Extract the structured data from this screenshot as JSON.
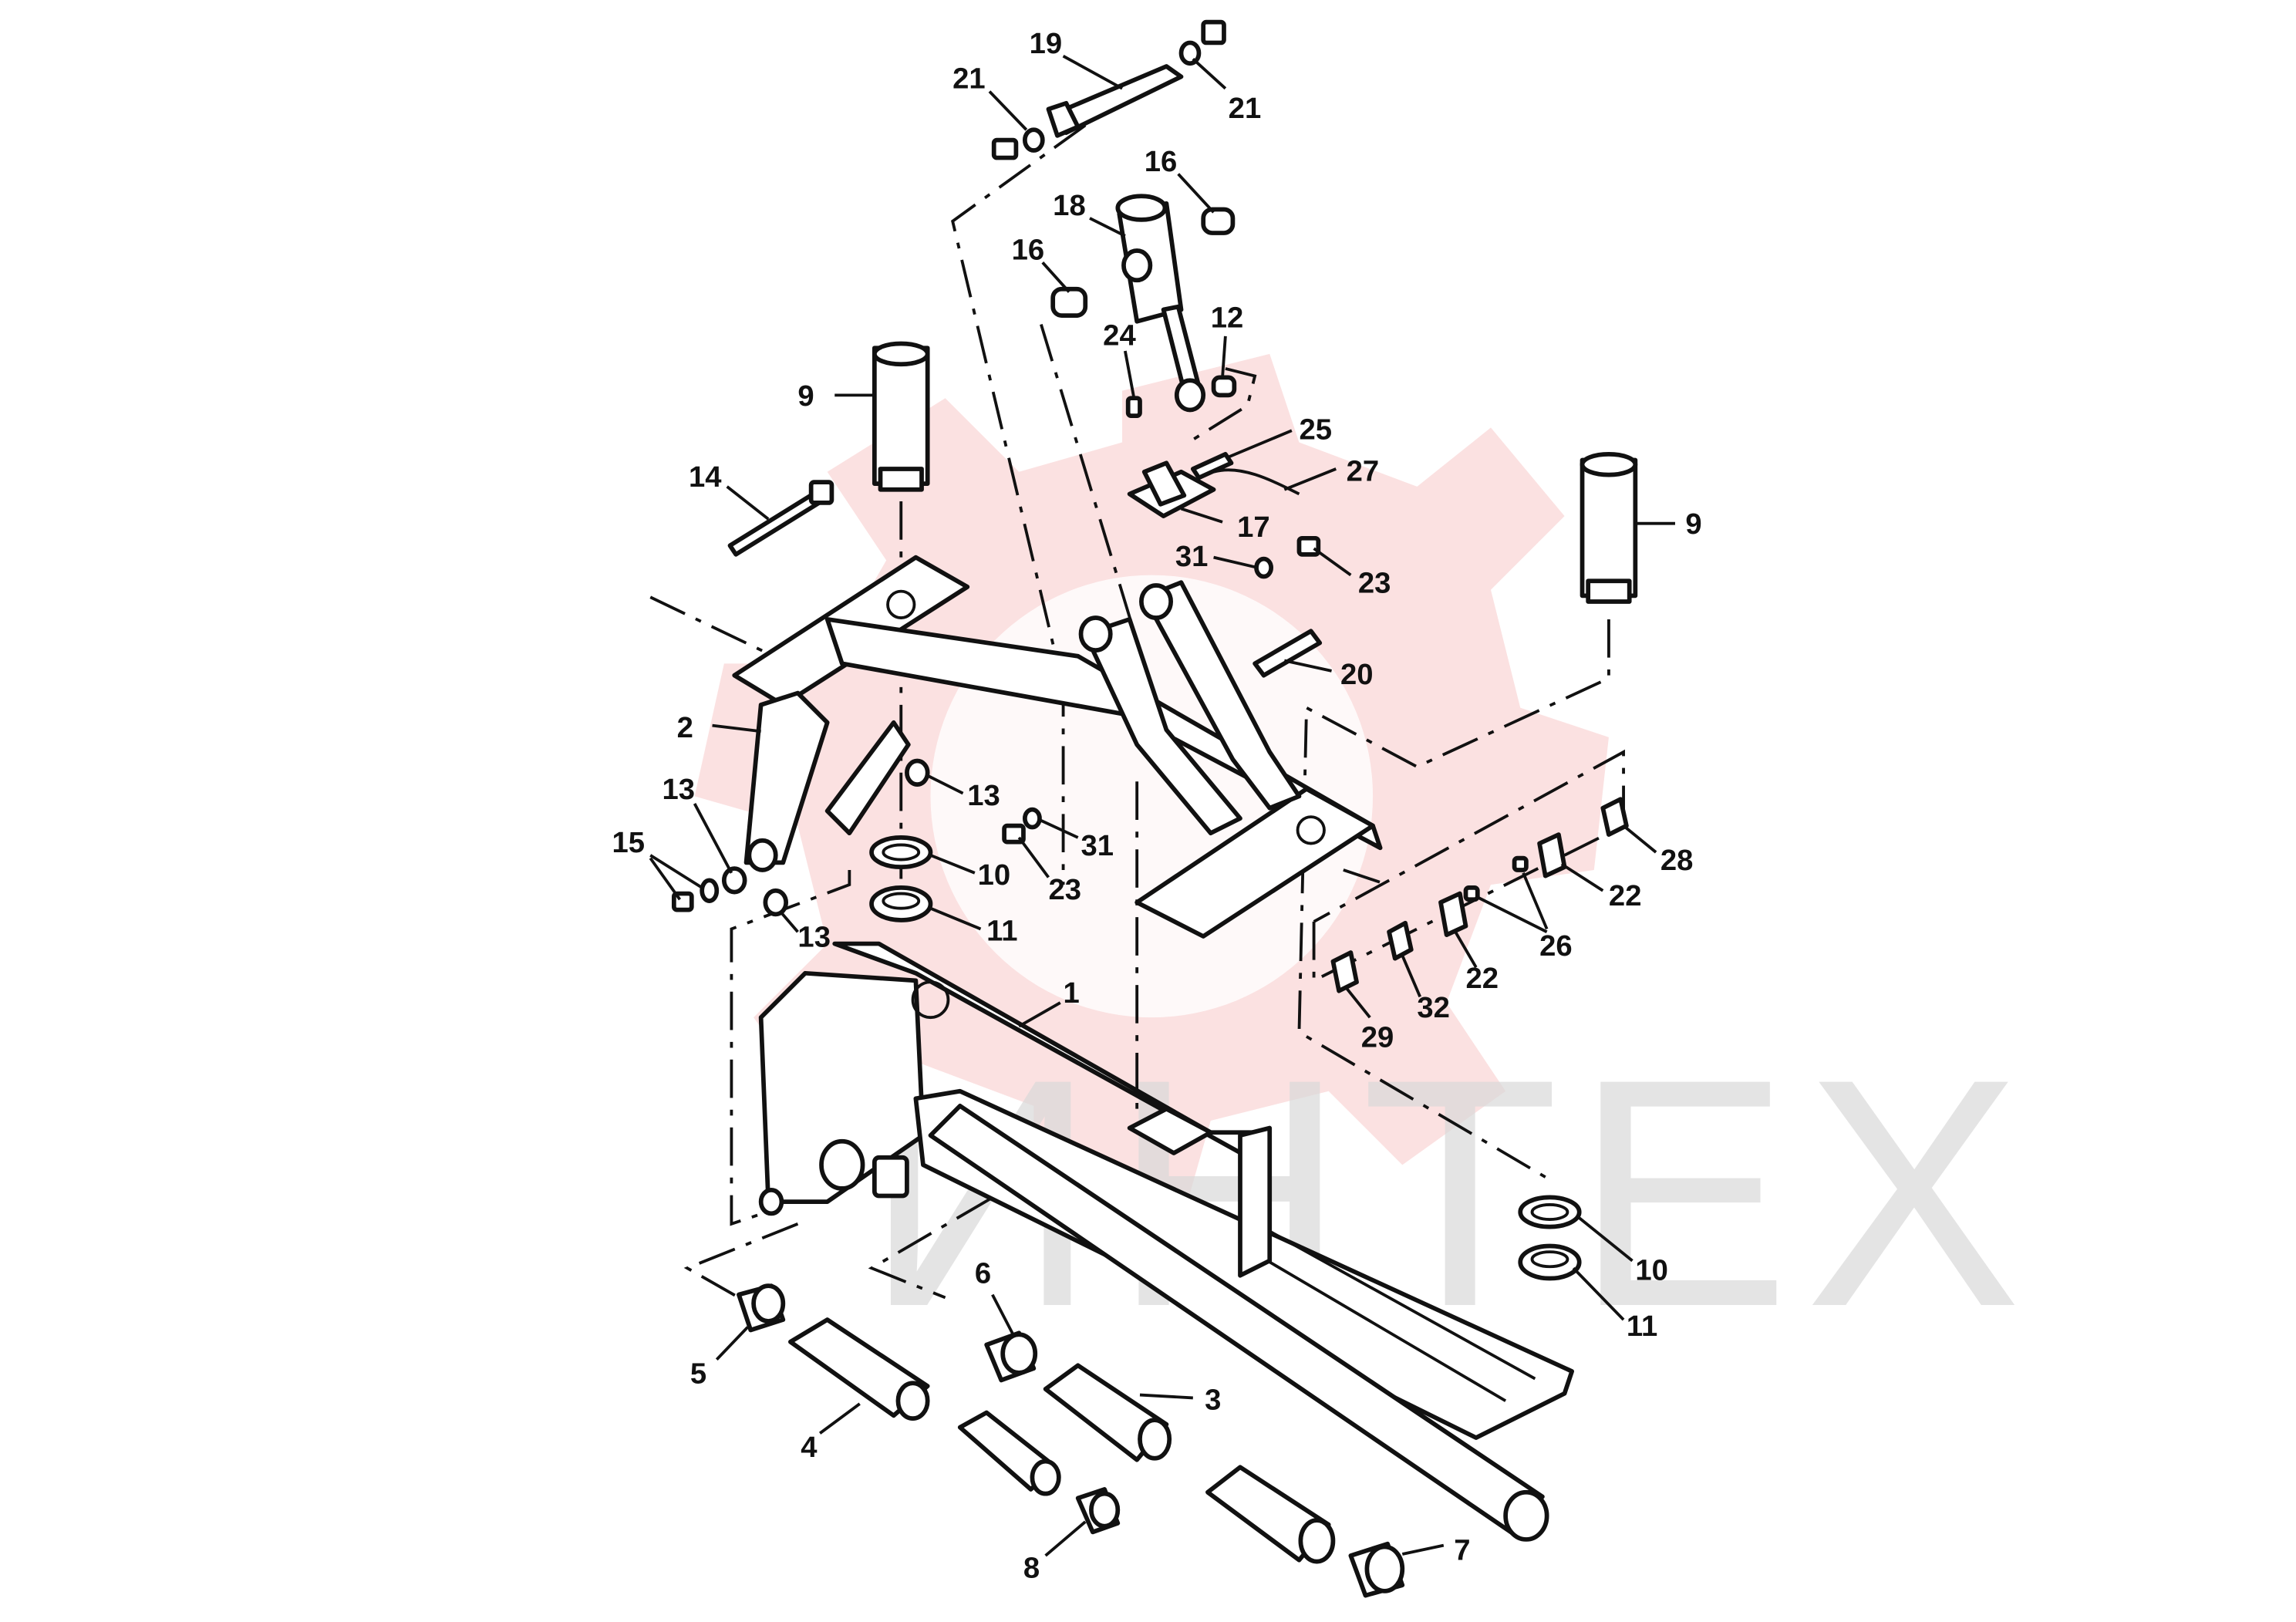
{
  "watermark": {
    "text": "ИНТЕХ",
    "color": "#f4b6b6"
  },
  "callouts": [
    {
      "id": "c19a",
      "label": "19"
    },
    {
      "id": "c21a",
      "label": "21"
    },
    {
      "id": "c21b",
      "label": "21"
    },
    {
      "id": "c16a",
      "label": "16"
    },
    {
      "id": "c18",
      "label": "18"
    },
    {
      "id": "c16b",
      "label": "16"
    },
    {
      "id": "c12",
      "label": "12"
    },
    {
      "id": "c24",
      "label": "24"
    },
    {
      "id": "c9a",
      "label": "9"
    },
    {
      "id": "c25",
      "label": "25"
    },
    {
      "id": "c27",
      "label": "27"
    },
    {
      "id": "c14",
      "label": "14"
    },
    {
      "id": "c17",
      "label": "17"
    },
    {
      "id": "c9b",
      "label": "9"
    },
    {
      "id": "c31a",
      "label": "31"
    },
    {
      "id": "c23a",
      "label": "23"
    },
    {
      "id": "c20",
      "label": "20"
    },
    {
      "id": "c2",
      "label": "2"
    },
    {
      "id": "c13a",
      "label": "13"
    },
    {
      "id": "c13b",
      "label": "13"
    },
    {
      "id": "c15",
      "label": "15"
    },
    {
      "id": "c31b",
      "label": "31"
    },
    {
      "id": "c23b",
      "label": "23"
    },
    {
      "id": "c10a",
      "label": "10"
    },
    {
      "id": "c28",
      "label": "28"
    },
    {
      "id": "c22a",
      "label": "22"
    },
    {
      "id": "c11a",
      "label": "11"
    },
    {
      "id": "c13c",
      "label": "13"
    },
    {
      "id": "c26",
      "label": "26"
    },
    {
      "id": "c22b",
      "label": "22"
    },
    {
      "id": "c32",
      "label": "32"
    },
    {
      "id": "c1",
      "label": "1"
    },
    {
      "id": "c29",
      "label": "29"
    },
    {
      "id": "c10b",
      "label": "10"
    },
    {
      "id": "c11b",
      "label": "11"
    },
    {
      "id": "c6",
      "label": "6"
    },
    {
      "id": "c5",
      "label": "5"
    },
    {
      "id": "c3",
      "label": "3"
    },
    {
      "id": "c4",
      "label": "4"
    },
    {
      "id": "c7",
      "label": "7"
    },
    {
      "id": "c8",
      "label": "8"
    }
  ]
}
